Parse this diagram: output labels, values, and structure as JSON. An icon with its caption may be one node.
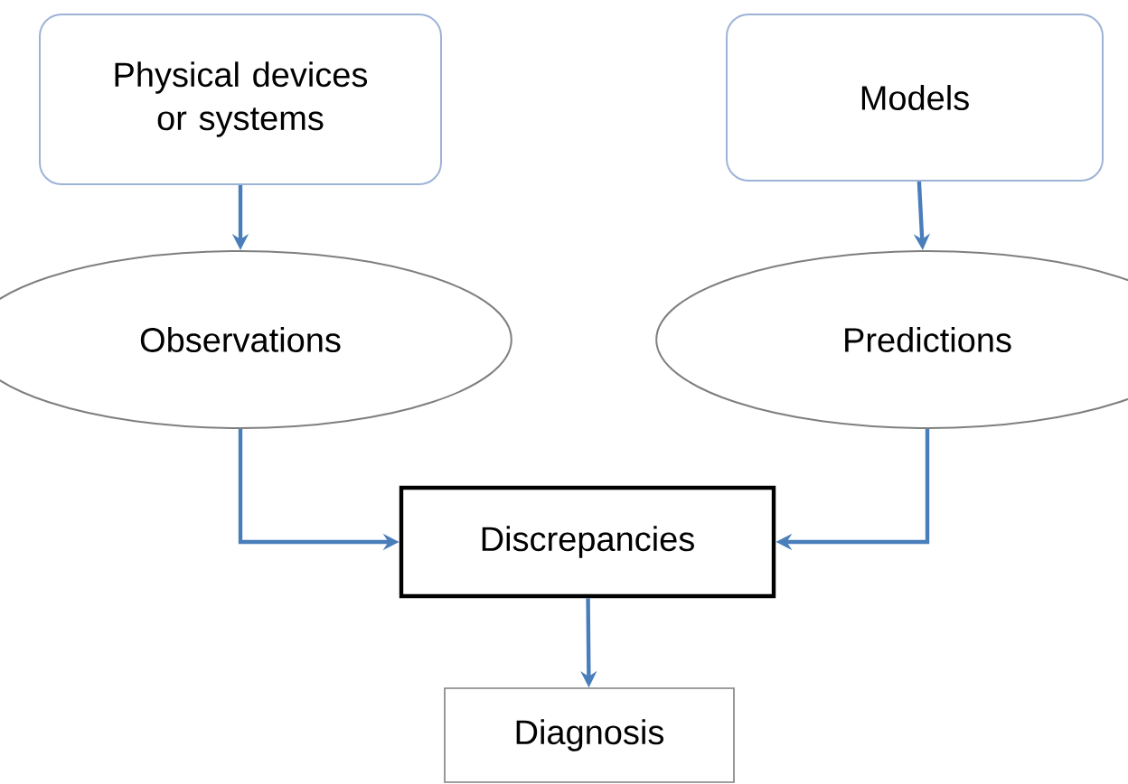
{
  "diagram": {
    "nodes": [
      {
        "text": [
          "Physical devices or systems"
        ]
      },
      {
        "text": [
          "Models"
        ]
      },
      {
        "text": [
          "Observations"
        ]
      },
      {
        "text": [
          "Predictions"
        ]
      },
      {
        "text": [
          "Discrepancies"
        ]
      },
      {
        "text": [
          "Diagnosis"
        ]
      }
    ],
    "edges": [
      {
        "from": 0,
        "to": 2,
        "arrow": "to"
      },
      {
        "from": 1,
        "to": 3,
        "arrow": "to"
      },
      {
        "from": 2,
        "to": 4,
        "arrow": "to"
      },
      {
        "from": 3,
        "to": 4,
        "arrow": "to"
      },
      {
        "from": 4,
        "to": 5,
        "arrow": "to"
      }
    ]
  }
}
